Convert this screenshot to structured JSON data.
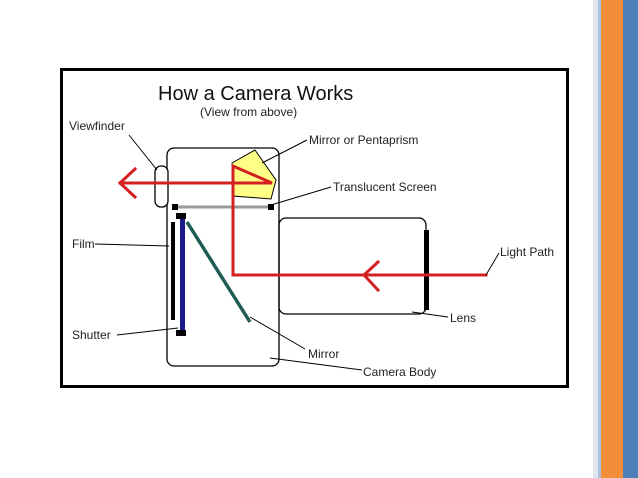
{
  "colors": {
    "background": "#ffffff",
    "stripe_light": "#dfe6ee",
    "stripe_blue_light": "#a9c2de",
    "stripe_orange": "#f28d3a",
    "stripe_blue": "#4d7fb8",
    "outline": "#000000",
    "light_path": "#d42020",
    "prism": "#ffff88",
    "film": "#000000",
    "shutter": "#1a1a8a",
    "mirror": "#1f5c55",
    "screen": "#999999"
  },
  "diagram": {
    "title": "How a Camera Works",
    "subtitle": "(View from above)",
    "labels": {
      "viewfinder": "Viewfinder",
      "mirror_pentaprism": "Mirror or Pentaprism",
      "translucent_screen": "Translucent Screen",
      "film": "Film",
      "light_path": "Light Path",
      "lens": "Lens",
      "shutter": "Shutter",
      "mirror": "Mirror",
      "camera_body": "Camera Body"
    }
  }
}
